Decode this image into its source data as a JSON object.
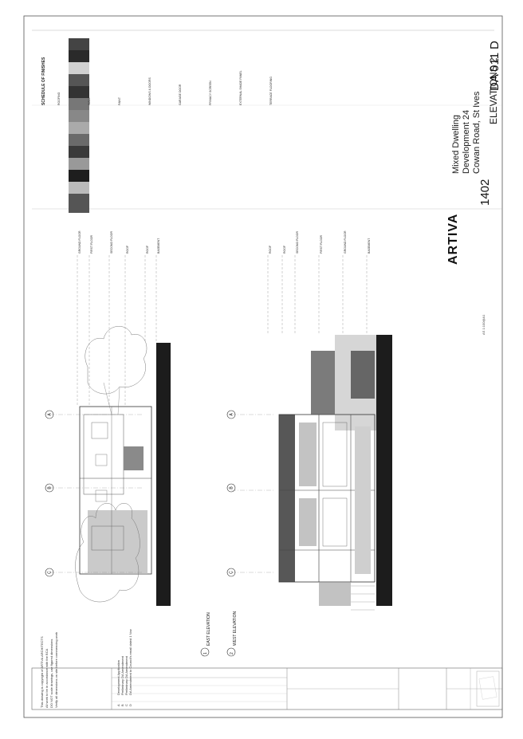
{
  "title_block": {
    "drawing_title": "ELEVATIONS 2",
    "project": "Mixed Dwelling Development 24 Cowan Road, St Ives",
    "project_number": "1402",
    "drawing_number": "DA 011",
    "revision": "D",
    "company": "ARTIVA",
    "scale": "AS 1:100@A1"
  },
  "views": [
    {
      "number": "1",
      "label": "EAST ELEVATION"
    },
    {
      "number": "2",
      "label": "WEST ELEVATION"
    }
  ],
  "grid_labels": [
    "A",
    "B",
    "C"
  ],
  "levels": [
    "ROOF",
    "ROOF",
    "SECOND FLOOR",
    "FIRST FLOOR",
    "GROUND FLOOR",
    "BASEMENT"
  ],
  "finishes": {
    "heading": "SCHEDULE OF FINISHES",
    "groups": [
      "ROOFING",
      "WALL",
      "PAINT",
      "WINDOWS & DOORS",
      "GARAGE DOOR",
      "PRIVACY SCREEN",
      "EXTERNAL SHADE PANEL",
      "TERRACE FLOORING"
    ],
    "swatch_colors": [
      "#444444",
      "#2a2a2a",
      "#d0d0d0",
      "#555555",
      "#333333",
      "#777777",
      "#888888",
      "#aaaaaa",
      "#6a6a6a",
      "#3a3a3a",
      "#999999",
      "#1e1e1e",
      "#bbbbbb",
      "#555555"
    ]
  },
  "revisions": [
    {
      "rev": "A",
      "description": "Development Application"
    },
    {
      "rev": "B",
      "description": "Preliminary DA Amendment"
    },
    {
      "rev": "C",
      "description": "Preliminary DA Amendment"
    },
    {
      "rev": "D",
      "description": "DA Amendment to Council's email dated 1 Nov"
    }
  ],
  "notes": [
    "This drawing is copyright of ARTIVA ARCHITECTS",
    "All work to be in accordance with the BCA",
    "DO NOT scale drawings, use figured dimensions",
    "Verify all dimensions on site before commencing work"
  ]
}
